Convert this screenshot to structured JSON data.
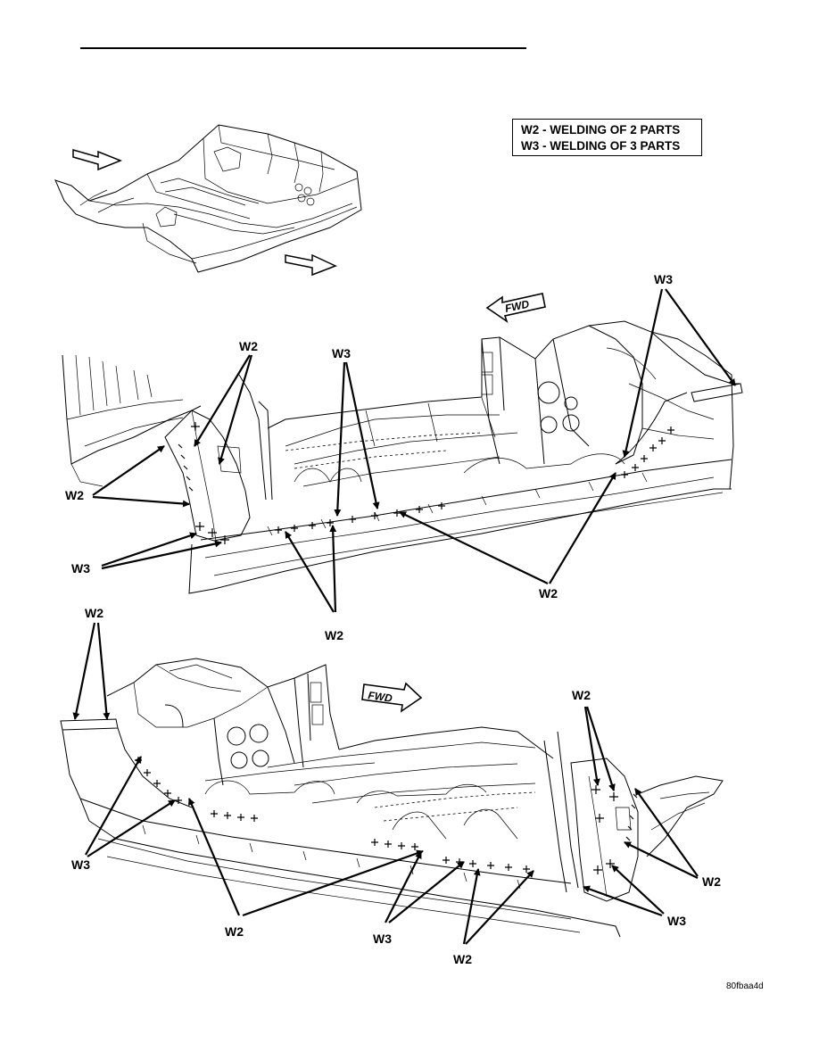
{
  "legend": {
    "w2": "W2 - WELDING OF 2 PARTS",
    "w3": "W3 - WELDING OF 3 PARTS"
  },
  "labels": {
    "w2": "W2",
    "w3": "W3",
    "fwd": "FWD"
  },
  "figure_code": "80fbaa4d"
}
